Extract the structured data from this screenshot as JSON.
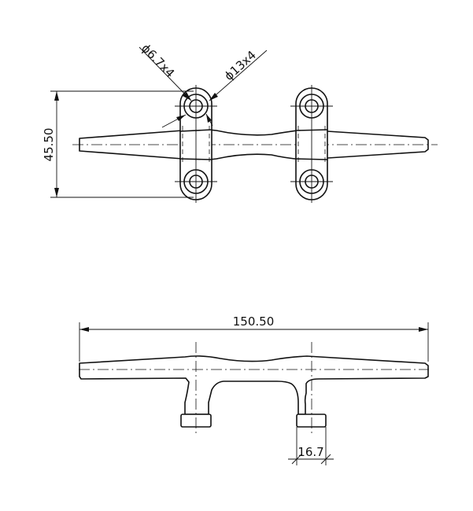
{
  "dimensions": {
    "height_label": "45.50",
    "length_label": "150.50",
    "foot_width_label": "16.7",
    "small_hole_label": "ϕ6.7x4",
    "large_hole_label": "ϕ13x4"
  }
}
